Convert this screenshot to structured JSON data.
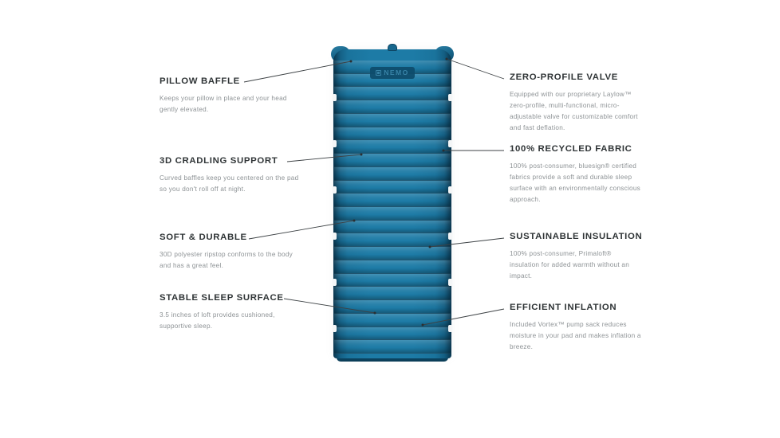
{
  "page": {
    "background_color": "#ffffff",
    "heading_color": "#2f3436",
    "body_text_color": "#8d9295",
    "leader_line_color": "#3d4245"
  },
  "product": {
    "name": "NEMO",
    "brand_logo_text": "NEMO",
    "pad_color_primary": "#1d7ba6",
    "pad_color_shadow": "#0c4462",
    "pad_color_logo_badge": "#0e4c6c",
    "baffle_count": 22
  },
  "callouts": {
    "left": [
      {
        "title": "PILLOW BAFFLE",
        "body": "Keeps your pillow in place and your head gently elevated."
      },
      {
        "title": "3D CRADLING SUPPORT",
        "body": "Curved baffles keep you centered on the pad so you don't roll off at night."
      },
      {
        "title": "SOFT & DURABLE",
        "body": "30D polyester ripstop conforms to the body and has a great feel."
      },
      {
        "title": "STABLE SLEEP SURFACE",
        "body": "3.5 inches of loft provides cushioned, supportive sleep."
      }
    ],
    "right": [
      {
        "title": "ZERO-PROFILE VALVE",
        "body": "Equipped with our proprietary Laylow™ zero-profile, multi-functional, micro-adjustable valve for customizable comfort and fast deflation."
      },
      {
        "title": "100% RECYCLED FABRIC",
        "body": "100% post-consumer, bluesign® certified fabrics provide a soft and durable sleep surface with an environmentally conscious approach."
      },
      {
        "title": "SUSTAINABLE INSULATION",
        "body": "100% post-consumer, Primaloft® insulation for added warmth without an impact."
      },
      {
        "title": "EFFICIENT INFLATION",
        "body": "Included Vortex™ pump sack reduces moisture in your pad and makes inflation a breeze."
      }
    ]
  }
}
